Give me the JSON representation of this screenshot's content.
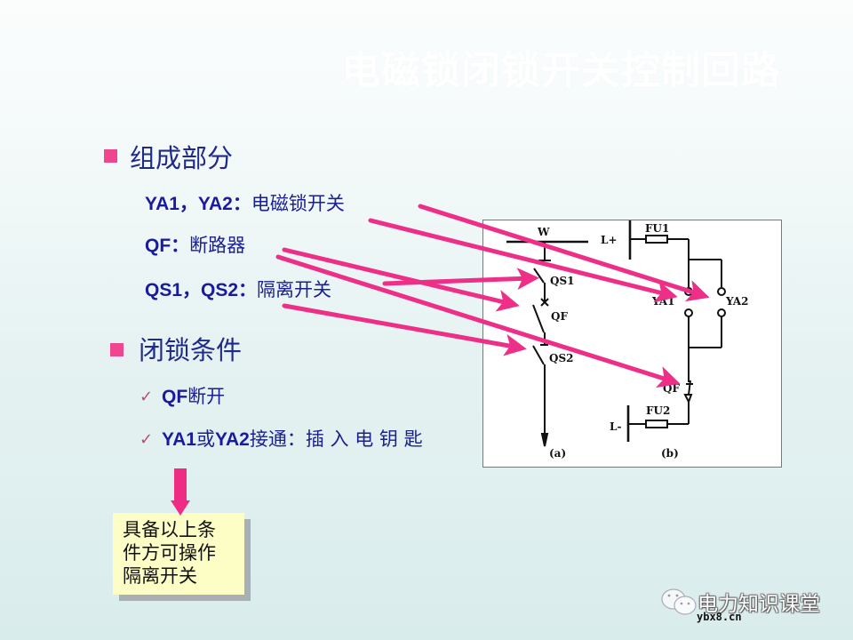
{
  "slide": {
    "title": "电磁锁闭锁开关控制回路",
    "colors": {
      "bullet": "#f0458f",
      "heading_text": "#1f2a8a",
      "item_text": "#1a1aa0",
      "arrow": "#ee2f88",
      "note_fill": "#fdfdc6",
      "diagram_border": "#3f8f96"
    }
  },
  "sections": [
    {
      "heading": "组成部分",
      "items": [
        {
          "code": "YA1，YA2：",
          "desc": "电磁锁开关"
        },
        {
          "code": "QF：",
          "desc": "断路器"
        },
        {
          "code": "QS1，QS2：",
          "desc": "隔离开关"
        }
      ]
    },
    {
      "heading": "闭锁条件",
      "items": [
        {
          "check": "✓",
          "code": "QF",
          "desc": "断开"
        },
        {
          "check": "✓",
          "code": "YA1",
          "mid": "或",
          "code2": "YA2",
          "desc": "接通：插 入 电 钥 匙"
        }
      ]
    }
  ],
  "note": {
    "lines": [
      "具备以上条",
      "件方可操作",
      "隔离开关"
    ]
  },
  "diagram": {
    "labels": {
      "bus_w": "W",
      "qs1": "QS1",
      "qf_a": "QF",
      "qs2": "QS2",
      "caption_a": "(a)",
      "l_plus": "L+",
      "fu1": "FU1",
      "ya1": "YA1",
      "ya2": "YA2",
      "qf_b": "QF",
      "l_minus": "L-",
      "fu2": "FU2",
      "caption_b": "(b)"
    }
  },
  "watermark": {
    "name": "电力知识课堂",
    "site": "ybx8.cn",
    "icon": "wechat-icon"
  }
}
